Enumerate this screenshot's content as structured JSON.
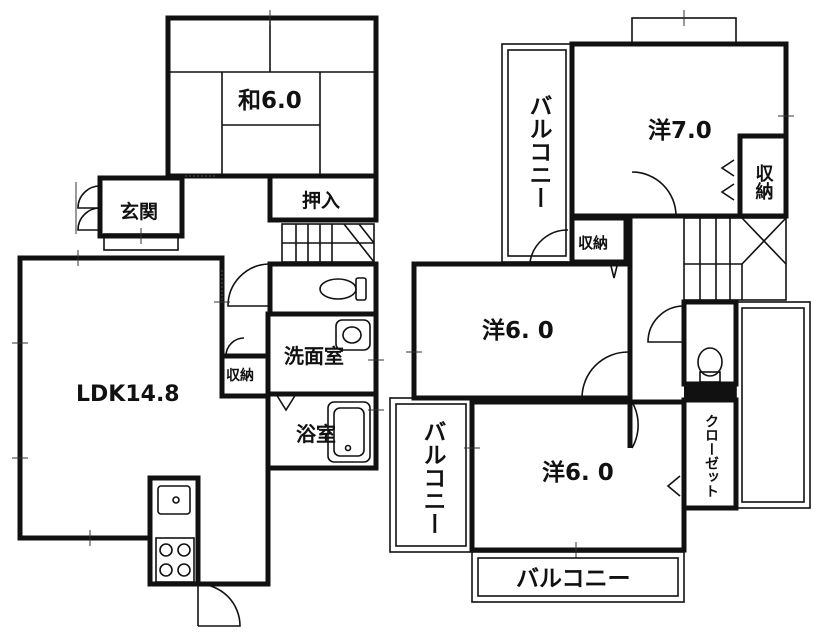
{
  "rooms": {
    "washitsu": "和6.0",
    "genkan": "玄関",
    "oshiire": "押入",
    "ldk": "LDK14.8",
    "shuno_1f": "収納",
    "senmenshitsu": "洗面室",
    "yokushitsu": "浴室",
    "yo7": "洋7.0",
    "shuno_yo7": "収納",
    "shuno_2f": "収納",
    "yo6_upper": "洋6. 0",
    "yo6_lower": "洋6. 0",
    "closet": "クローゼット",
    "balcony_top": "バルコニー",
    "balcony_left": "バルコニー",
    "balcony_bottom": "バルコニー"
  },
  "colors": {
    "wall": "#111111",
    "background": "#ffffff"
  }
}
